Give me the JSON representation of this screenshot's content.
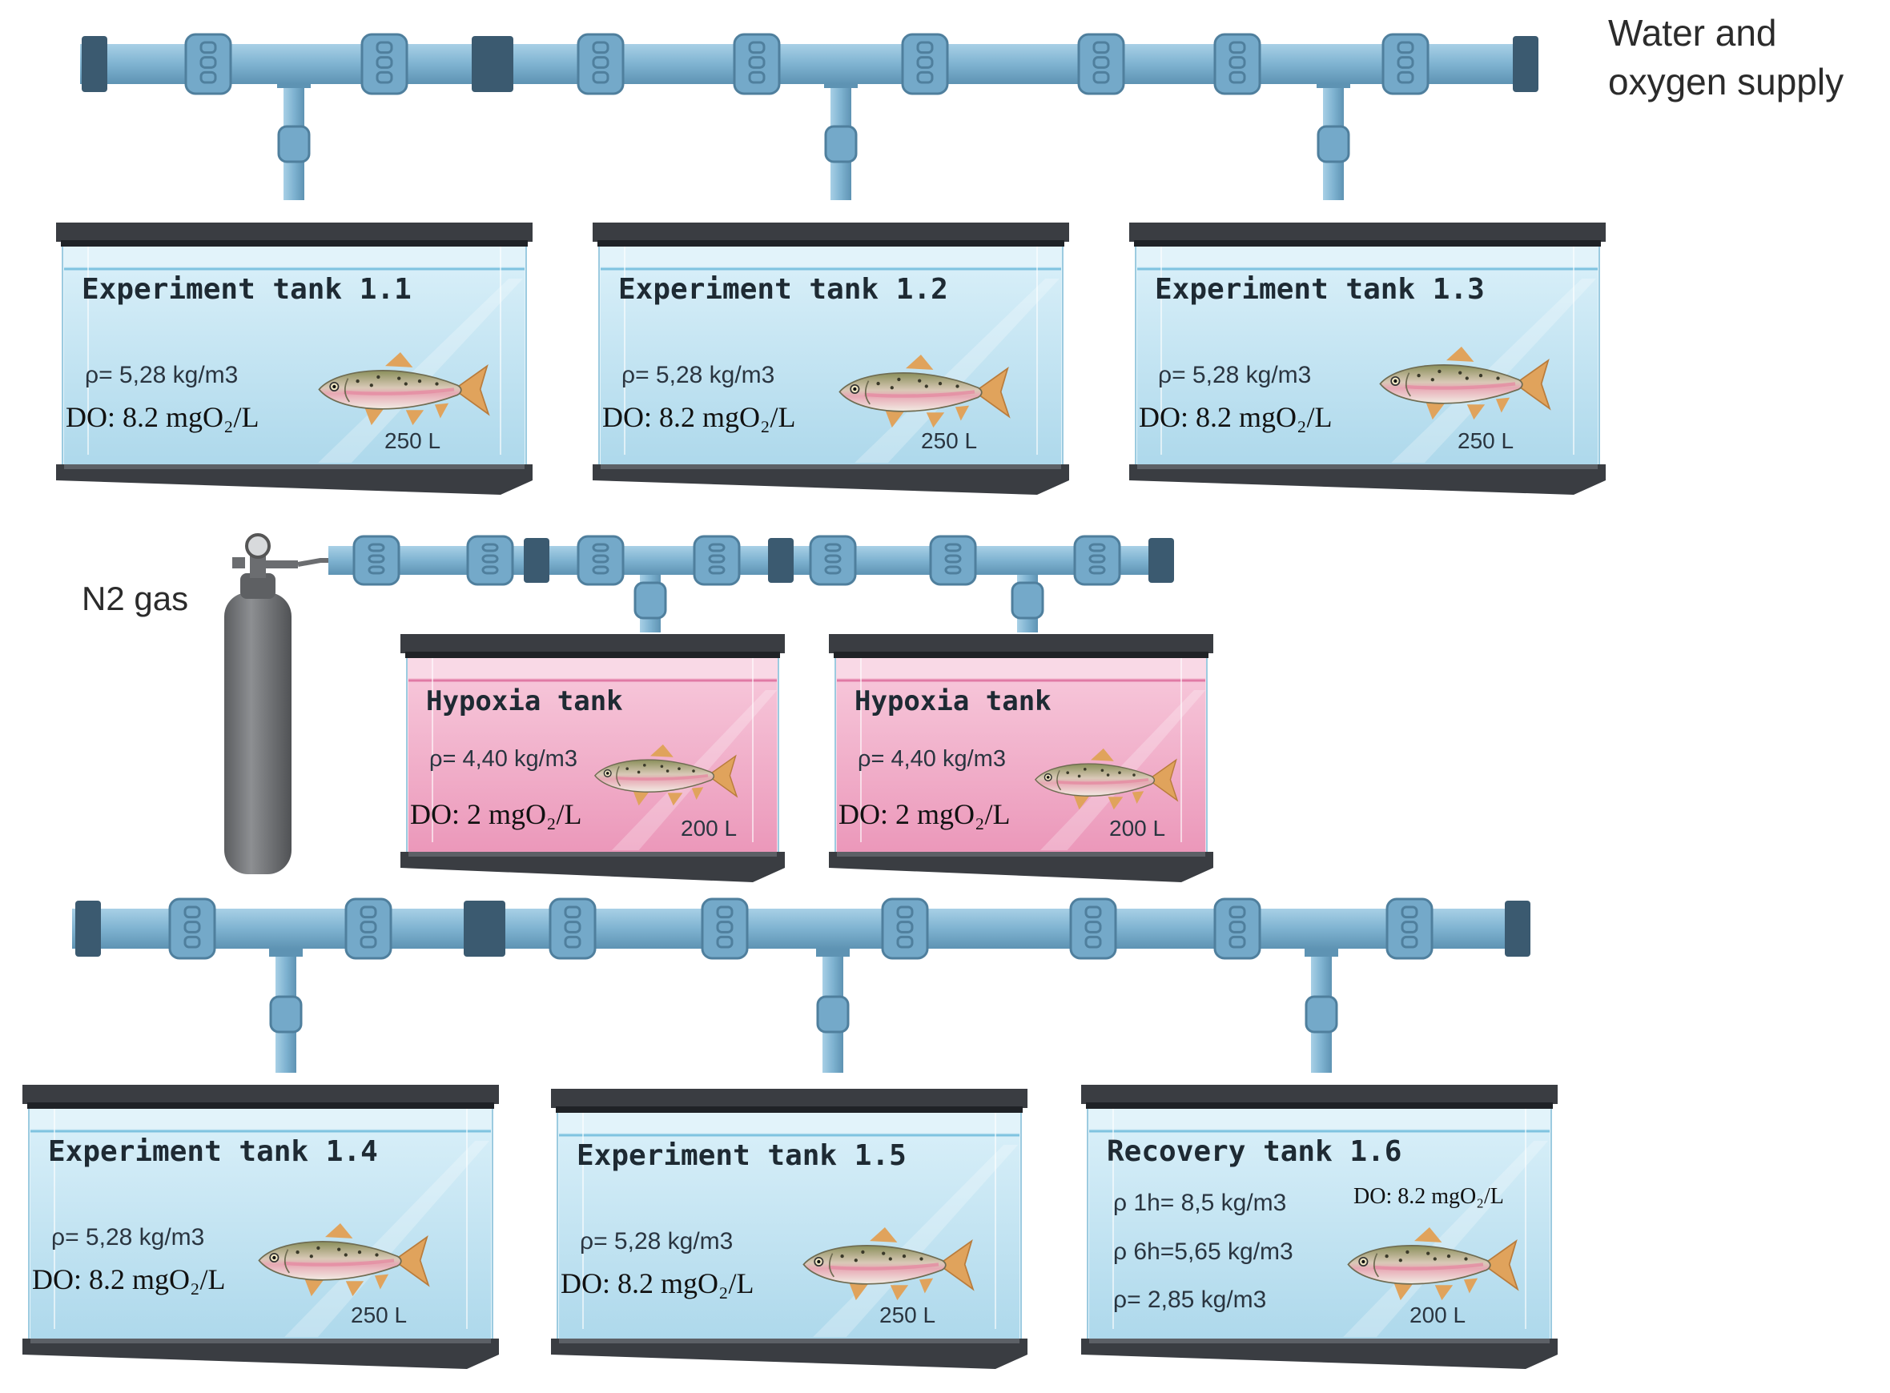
{
  "supply_label_line1": "Water and",
  "supply_label_line2": "oxygen supply",
  "gas_label": "N2 gas",
  "colors": {
    "pipe": "#7fb3d1",
    "pipe_dark": "#46708c",
    "pipe_cap": "#3b5a70",
    "water": "#bfe3f2",
    "hypoxia_water": "#f1a8c6",
    "tank_frame": "#3a3d42",
    "cylinder": "#77797c"
  },
  "tanks": [
    {
      "title": "Experiment tank 1.1",
      "lines": [
        "ρ= 5,28 kg/m3"
      ],
      "do": "DO: 8.2 mgO₂/L",
      "volume": "250 L",
      "kind": "normal"
    },
    {
      "title": "Experiment tank 1.2",
      "lines": [
        "ρ= 5,28 kg/m3"
      ],
      "do": "DO: 8.2 mgO₂/L",
      "volume": "250 L",
      "kind": "normal"
    },
    {
      "title": "Experiment tank 1.3",
      "lines": [
        "ρ= 5,28 kg/m3"
      ],
      "do": "DO: 8.2 mgO₂/L",
      "volume": "250 L",
      "kind": "normal"
    },
    {
      "title": "Hypoxia tank",
      "lines": [
        "ρ= 4,40 kg/m3"
      ],
      "do": "DO: 2 mgO₂/L",
      "volume": "200 L",
      "kind": "hypoxia"
    },
    {
      "title": "Hypoxia tank",
      "lines": [
        "ρ= 4,40 kg/m3"
      ],
      "do": "DO: 2 mgO₂/L",
      "volume": "200 L",
      "kind": "hypoxia"
    },
    {
      "title": "Experiment tank 1.4",
      "lines": [
        "ρ= 5,28 kg/m3"
      ],
      "do": "DO: 8.2 mgO₂/L",
      "volume": "250 L",
      "kind": "normal"
    },
    {
      "title": "Experiment tank 1.5",
      "lines": [
        "ρ= 5,28 kg/m3"
      ],
      "do": "DO: 8.2 mgO₂/L",
      "volume": "250 L",
      "kind": "normal"
    },
    {
      "title": "Recovery tank 1.6",
      "lines": [
        "ρ 1h= 8,5 kg/m3",
        "ρ 6h=5,65 kg/m3",
        "ρ= 2,85 kg/m3"
      ],
      "do": "DO: 8.2 mgO₂/L",
      "volume": "200 L",
      "kind": "recovery"
    }
  ]
}
